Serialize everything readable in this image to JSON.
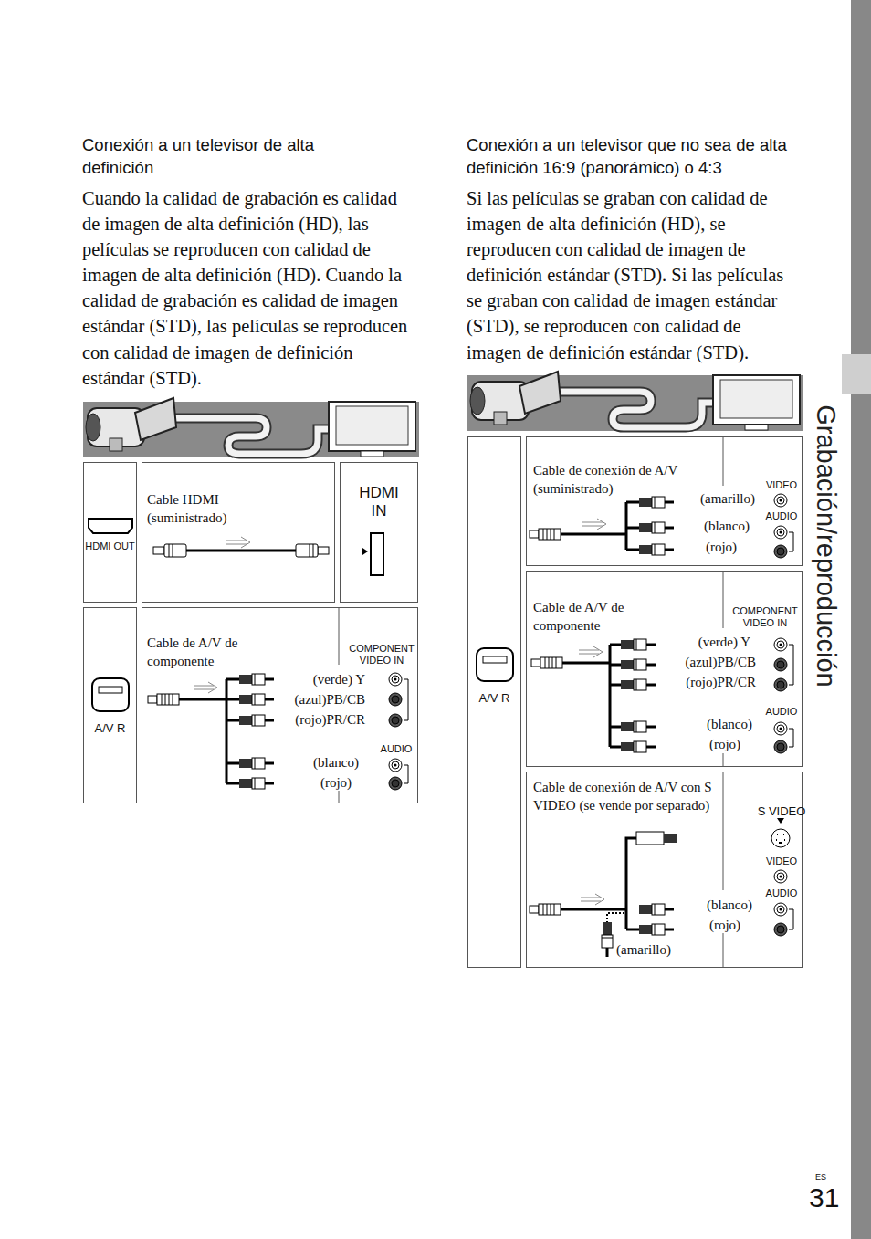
{
  "diagram": {
    "nodes": [
      {
        "text": [
          "HDMI OUT"
        ]
      },
      {
        "text": [
          "Cable HDMI (suministrado)"
        ]
      },
      {
        "text": [
          "HDMI IN"
        ]
      },
      {
        "text": [
          "A/V R"
        ]
      },
      {
        "text": [
          "Cable de A/V de componente",
          "(verde) Y",
          "(azul)PB/CB",
          "(rojo)PR/CR",
          "(blanco)",
          "(rojo)"
        ]
      },
      {
        "text": [
          "COMPONENT VIDEO IN",
          "AUDIO"
        ],
        "in": 4
      },
      {
        "text": [
          "A/V R"
        ]
      },
      {
        "text": [
          "Cable de conexión de A/V (suministrado)",
          "(amarillo)",
          "(blanco)",
          "(rojo)"
        ]
      },
      {
        "text": [
          "VIDEO",
          "AUDIO"
        ],
        "in": 7
      },
      {
        "text": [
          "Cable de A/V de componente",
          "(verde) Y",
          "(azul)PB/CB",
          "(rojo)PR/CR",
          "(blanco)",
          "(rojo)"
        ]
      },
      {
        "text": [
          "COMPONENT VIDEO IN",
          "AUDIO"
        ],
        "in": 9
      },
      {
        "text": [
          "Cable de conexión de A/V con S VIDEO (se vende por separado)",
          "(blanco)",
          "(rojo)",
          "(amarillo)"
        ]
      },
      {
        "text": [
          "S VIDEO",
          "VIDEO",
          "AUDIO"
        ],
        "in": 11
      }
    ],
    "labels": [
      "Conexión a un televisor de alta definición",
      "Cuando la calidad de grabación es calidad de imagen de alta definición (HD), las películas se reproducen con calidad de imagen de alta definición (HD). Cuando la calidad de grabación es calidad de imagen estándar (STD), las películas se reproducen con calidad de imagen de definición estándar (STD).",
      "Conexión a un televisor que no sea de alta definición 16:9 (panorámico) o 4:3",
      "Si las películas se graban con calidad de imagen de alta definición (HD), se reproducen con calidad de imagen de definición estándar (STD). Si las películas se graban con calidad de imagen estándar (STD), se reproducen con calidad de imagen de definición estándar (STD).",
      "Grabación/reproducción",
      "ES",
      "31"
    ]
  }
}
